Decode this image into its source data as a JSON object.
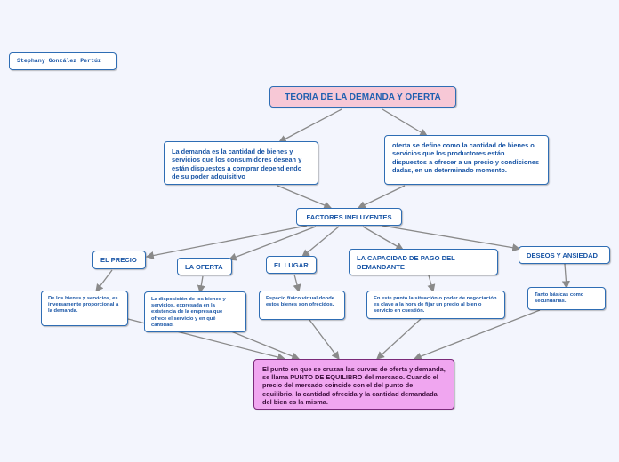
{
  "author": "Stephany González Pertúz",
  "title": "TEORÍA DE LA DEMANDA Y OFERTA",
  "demanda_def": "La demanda es la cantidad de bienes y servicios que los consumidores desean y están dispuestos a comprar dependiendo de su poder adquisitivo",
  "oferta_def": "oferta se define como la cantidad de bienes o servicios que los productores están dispuestos a ofrecer a un precio y condiciones dadas, en un determinado momento.",
  "factores": "FACTORES INFLUYENTES",
  "precio": "EL PRECIO",
  "precio_detail": "De los bienes y servicios, es inversamente proporcional a la demanda.",
  "oferta": "LA OFERTA",
  "oferta_detail": "La disposición de los bienes y servicios, expresada en la existencia de la empresa que ofrece el servicio y en qué cantidad.",
  "lugar": "EL LUGAR",
  "lugar_detail": "Espacio físico virtual donde estos bienes son ofrecidos.",
  "capacidad": "LA CAPACIDAD DE PAGO DEL DEMANDANTE",
  "capacidad_detail": "En este punto la situación o poder de negociación es clave a la hora de fijar un precio al bien o servicio en cuestión.",
  "deseos": "DESEOS Y ANSIEDAD",
  "deseos_detail": "Tanto básicas como secundarias.",
  "result": "El punto en que se cruzan las curvas de oferta y demanda,  se llama PUNTO DE EQUILIBRO del mercado. Cuando el precio del mercado coincide con el del punto de equilibrio, la cantidad ofrecida y la cantidad demandada del bien es la misma."
}
